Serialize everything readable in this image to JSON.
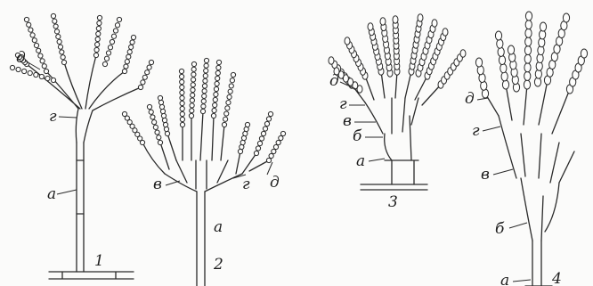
{
  "figures": [
    {
      "number": "1",
      "labels": {
        "a": "а",
        "g": "г",
        "d": "д"
      }
    },
    {
      "number": "2",
      "labels": {
        "a": "а",
        "v": "в",
        "g": "г",
        "d": "д"
      }
    },
    {
      "number": "3",
      "labels": {
        "a": "а",
        "b": "б",
        "v": "в",
        "g": "г",
        "d": "д"
      }
    },
    {
      "number": "4",
      "labels": {
        "a": "а",
        "b": "б",
        "v": "в",
        "g": "г",
        "d": "д"
      }
    }
  ]
}
